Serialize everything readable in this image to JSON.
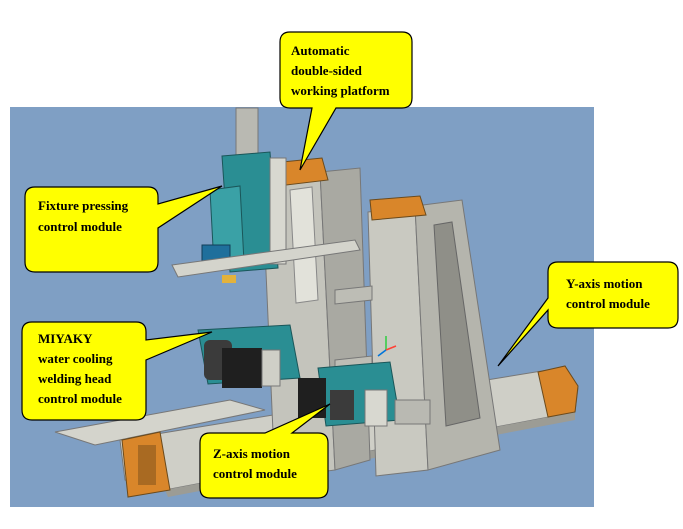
{
  "colors": {
    "background_panel": "#7f9fc4",
    "frame_gray": "#c9c9c1",
    "frame_shadow": "#8f8f88",
    "teal_module": "#2a8e93",
    "orange_cap": "#d9862a",
    "callout_fill": "#ffff00",
    "callout_stroke": "#000000"
  },
  "callouts": [
    {
      "id": "platform",
      "lines": [
        "Automatic",
        "double-sided",
        "working platform"
      ]
    },
    {
      "id": "fixture",
      "lines": [
        "Fixture pressing",
        "control module"
      ]
    },
    {
      "id": "yaxis",
      "lines": [
        "Y-axis motion",
        "control module"
      ]
    },
    {
      "id": "miyaky",
      "lines": [
        "MIYAKY",
        "water cooling",
        "welding head",
        "control module"
      ]
    },
    {
      "id": "zaxis",
      "lines": [
        "Z-axis motion",
        "control module"
      ]
    }
  ]
}
